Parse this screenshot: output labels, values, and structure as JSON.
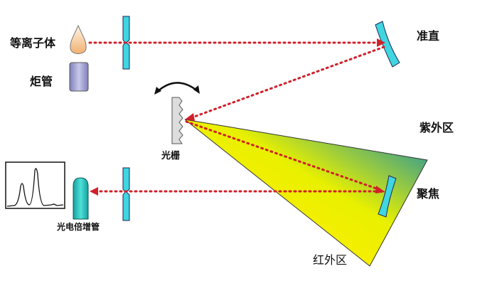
{
  "labels": {
    "plasma": "等离子体",
    "torch": "炬管",
    "grating": "光栅",
    "collimating": "准直",
    "ultraviolet": "紫外区",
    "focusing": "聚焦",
    "infrared": "红外区",
    "pmt": "光电倍增管"
  },
  "colors": {
    "beam": "#d0202a",
    "optic": "#3fd6e0",
    "fan_start": "#ffee00",
    "fan_end": "#1a8fa6"
  }
}
